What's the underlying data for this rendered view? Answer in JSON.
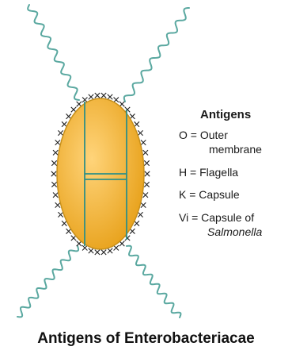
{
  "colors": {
    "body_fill": "#f2b531",
    "body_edge": "#c8901a",
    "flagella": "#5aa8a0",
    "lines": "#2f8f86",
    "capsule_mark": "#222222"
  },
  "legend": {
    "title": "Antigens",
    "items": [
      {
        "key": "O",
        "line1": "O = Outer",
        "line2": "membrane"
      },
      {
        "key": "H",
        "line1": "H = Flagella"
      },
      {
        "key": "K",
        "line1": "K = Capsule"
      },
      {
        "key": "Vi",
        "line1": "Vi = Capsule of",
        "line2": "Salmonella"
      }
    ]
  },
  "caption": "Antigens of Enterobacteriacae"
}
